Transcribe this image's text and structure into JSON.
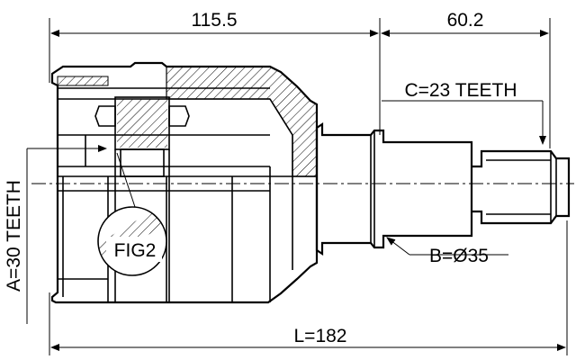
{
  "drawing": {
    "dim_top_left": "115.5",
    "dim_top_right": "60.2",
    "dim_bottom": "L=182",
    "label_c": "C=23 TEETH",
    "label_b": "B=Ø35",
    "label_a": "A=30 TEETH",
    "label_fig": "FIG2"
  },
  "colors": {
    "line": "#000000",
    "background": "#ffffff"
  }
}
